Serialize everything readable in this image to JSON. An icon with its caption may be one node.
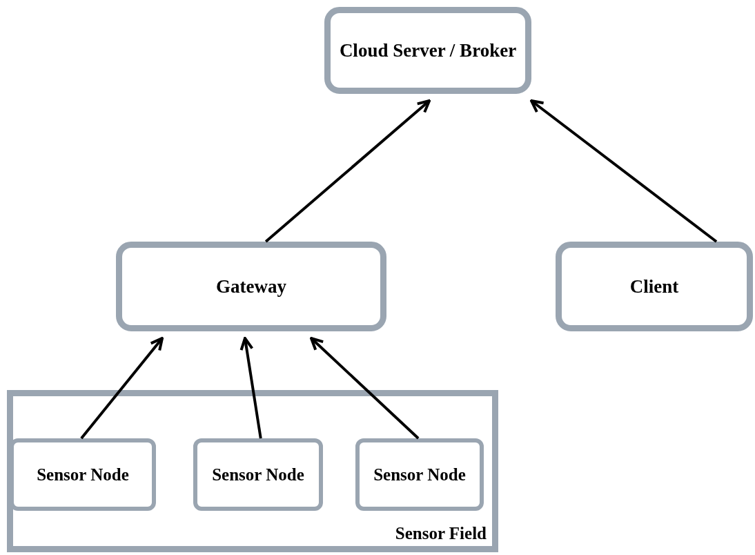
{
  "diagram": {
    "nodes": [
      {
        "text": [
          "Cloud Server / Broker"
        ]
      },
      {
        "text": [
          "Gateway"
        ]
      },
      {
        "text": [
          "Client"
        ]
      },
      {
        "text": [
          "Sensor Field"
        ]
      },
      {
        "text": [
          "Sensor Node"
        ],
        "in": 3
      },
      {
        "text": [
          "Sensor Node"
        ],
        "in": 3
      },
      {
        "text": [
          "Sensor Node"
        ],
        "in": 3
      }
    ],
    "edges": [
      {
        "from": 1,
        "to": 0,
        "arrow": "to"
      },
      {
        "from": 2,
        "to": 0,
        "arrow": "to"
      },
      {
        "from": 4,
        "to": 1,
        "arrow": "to"
      },
      {
        "from": 5,
        "to": 1,
        "arrow": "to"
      },
      {
        "from": 6,
        "to": 1,
        "arrow": "to"
      }
    ]
  }
}
